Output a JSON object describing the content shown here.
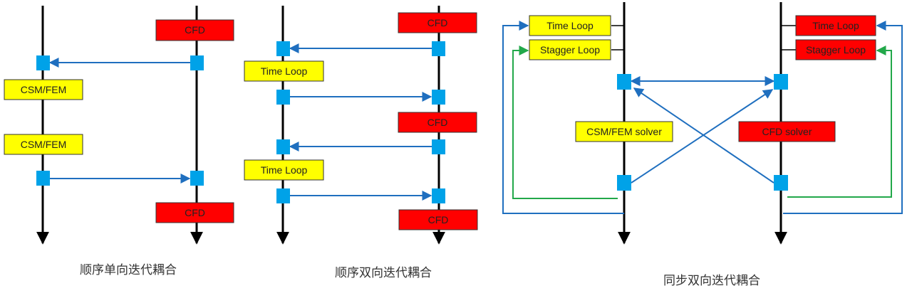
{
  "colors": {
    "axis": "#000000",
    "node": "#00a2e8",
    "arrow_blue": "#1f6fbf",
    "arrow_green": "#22a84a",
    "yellow_box": "#ffff00",
    "red_box": "#ff0000"
  },
  "diagrams": [
    {
      "caption": "顺序单向迭代耦合",
      "boxes": [
        {
          "text": "CFD",
          "kind": "red"
        },
        {
          "text": "CSM/FEM",
          "kind": "yellow"
        },
        {
          "text": "CSM/FEM",
          "kind": "yellow"
        },
        {
          "text": "CFD",
          "kind": "red"
        }
      ]
    },
    {
      "caption": "顺序双向迭代耦合",
      "boxes": [
        {
          "text": "CFD",
          "kind": "red"
        },
        {
          "text": "Time Loop",
          "kind": "yellow"
        },
        {
          "text": "CFD",
          "kind": "red"
        },
        {
          "text": "Time Loop",
          "kind": "yellow"
        },
        {
          "text": "CFD",
          "kind": "red"
        }
      ]
    },
    {
      "caption": "同步双向迭代耦合",
      "boxes": [
        {
          "text": "Time Loop",
          "kind": "yellow"
        },
        {
          "text": "Stagger Loop",
          "kind": "yellow"
        },
        {
          "text": "Time Loop",
          "kind": "red"
        },
        {
          "text": "Stagger Loop",
          "kind": "red"
        },
        {
          "text": "CSM/FEM solver",
          "kind": "yellow"
        },
        {
          "text": "CFD solver",
          "kind": "red"
        }
      ]
    }
  ]
}
